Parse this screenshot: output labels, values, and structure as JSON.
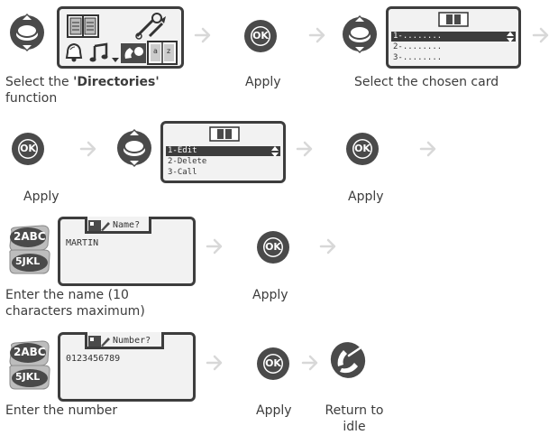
{
  "rows": [
    {
      "captions": {
        "c1a": "Select the ",
        "c1b": "'Directories'",
        "c1c": "function",
        "c2": "Apply",
        "c3": "Select the chosen card"
      },
      "card_list": [
        "1-",
        "2-",
        "3-"
      ]
    },
    {
      "captions": {
        "c1": "Apply",
        "c2": "Apply"
      },
      "menu": [
        "1-Edit",
        "2-Delete",
        "3-Call"
      ]
    },
    {
      "captions": {
        "c1": "Enter the name (10 characters maximum)",
        "c2": "Apply"
      },
      "screen_title": "Name?",
      "screen_value": "MARTIN",
      "keys": [
        "2ABC",
        "5JKL"
      ]
    },
    {
      "captions": {
        "c1": "Enter the number",
        "c2": "Apply",
        "c3": "Return to idle"
      },
      "screen_title": "Number?",
      "screen_value": "0123456789",
      "keys": [
        "2ABC",
        "5JKL"
      ]
    }
  ],
  "ok_label": "OK",
  "colors": {
    "button_dark": "#4a4a4a",
    "arrow": "#d8d8d8",
    "screen_bg": "#f2f2f2",
    "text": "#3c3c3c"
  },
  "icons": [
    "navigator-icon",
    "ok-button-icon",
    "arrow-right-icon",
    "directory-book-icon",
    "tools-icon",
    "bell-icon",
    "music-icon",
    "phonebook-icon",
    "hang-up-icon",
    "keypad-key-icon"
  ]
}
